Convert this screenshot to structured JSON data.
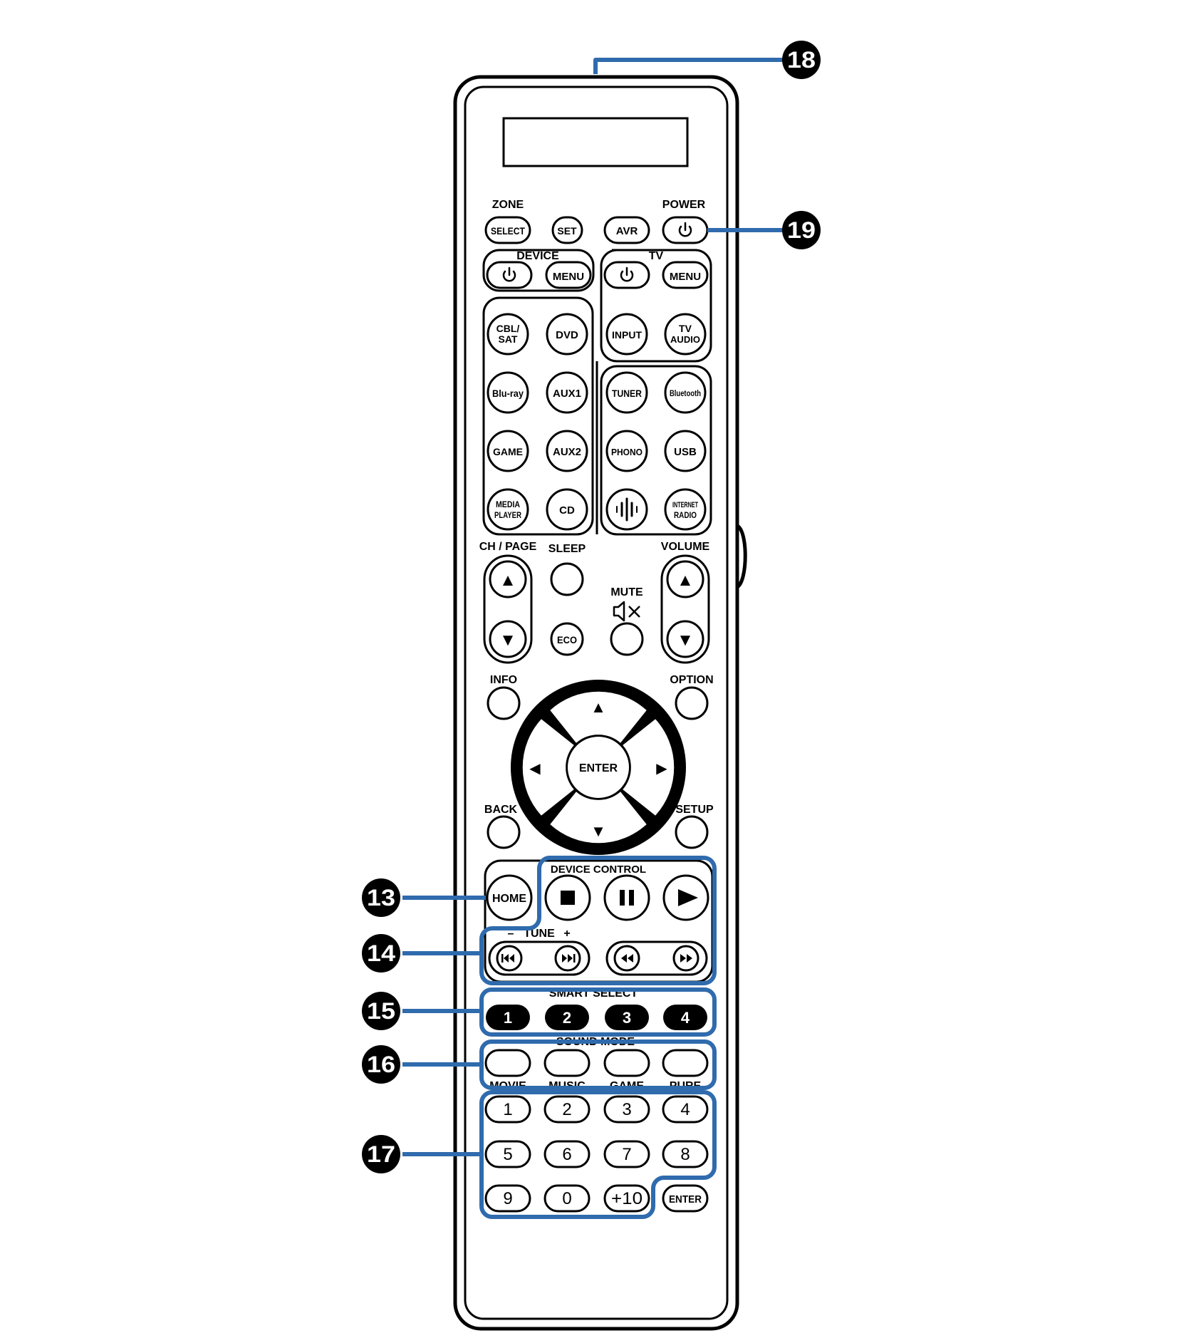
{
  "callouts": [
    {
      "id": "13",
      "label": "13"
    },
    {
      "id": "14",
      "label": "14"
    },
    {
      "id": "15",
      "label": "15"
    },
    {
      "id": "16",
      "label": "16"
    },
    {
      "id": "17",
      "label": "17"
    },
    {
      "id": "18",
      "label": "18"
    },
    {
      "id": "19",
      "label": "19"
    }
  ],
  "labels": {
    "zone": "ZONE",
    "power": "POWER",
    "device": "DEVICE",
    "tv": "TV",
    "ch_page": "CH / PAGE",
    "sleep": "SLEEP",
    "volume": "VOLUME",
    "mute": "MUTE",
    "info": "INFO",
    "option": "OPTION",
    "back": "BACK",
    "setup": "SETUP",
    "device_control": "DEVICE CONTROL",
    "tune_minus": "–",
    "tune": "TUNE",
    "tune_plus": "+",
    "smart_select": "SMART SELECT",
    "sound_mode": "SOUND MODE",
    "movie": "MOVIE",
    "music": "MUSIC",
    "game": "GAME",
    "pure": "PURE"
  },
  "buttons": {
    "select": "SELECT",
    "set": "SET",
    "avr": "AVR",
    "device_menu": "MENU",
    "tv_menu": "MENU",
    "cbl_sat_1": "CBL/",
    "cbl_sat_2": "SAT",
    "dvd": "DVD",
    "input": "INPUT",
    "tv_audio_1": "TV",
    "tv_audio_2": "AUDIO",
    "bluray": "Blu-ray",
    "aux1": "AUX1",
    "tuner": "TUNER",
    "bluetooth": "Bluetooth",
    "game": "GAME",
    "aux2": "AUX2",
    "phono": "PHONO",
    "usb": "USB",
    "media_player_1": "MEDIA",
    "media_player_2": "PLAYER",
    "cd": "CD",
    "internet_radio_1": "INTERNET",
    "internet_radio_2": "RADIO",
    "eco": "ECO",
    "enter": "ENTER",
    "home": "HOME",
    "smart": [
      "1",
      "2",
      "3",
      "4"
    ],
    "numbers": [
      "1",
      "2",
      "3",
      "4",
      "5",
      "6",
      "7",
      "8",
      "9",
      "0",
      "+10"
    ],
    "num_enter": "ENTER"
  },
  "icons": {
    "power": "power-icon",
    "arrow_up": "▲",
    "arrow_down": "▼",
    "arrow_left": "◀",
    "arrow_right": "▶"
  },
  "colors": {
    "outline": "#000000",
    "callout_line": "#2f6bad",
    "background": "#ffffff"
  }
}
